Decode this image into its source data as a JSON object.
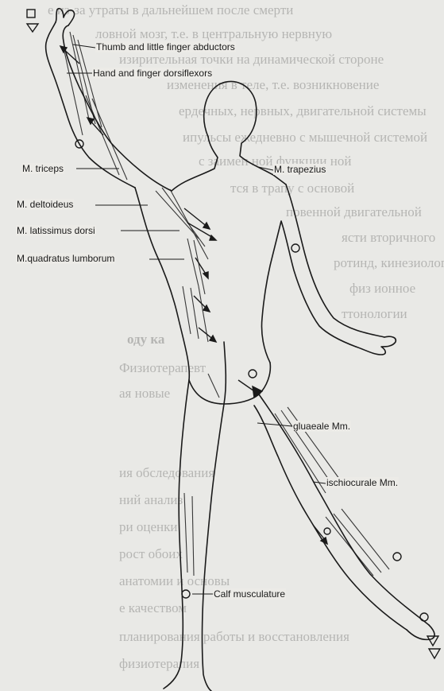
{
  "labels": {
    "thumb": "Thumb and little finger abductors",
    "hand": "Hand and finger dorsiflexors",
    "triceps": "M. triceps",
    "trapezius": "M. trapezius",
    "deltoideus": "M. deltoideus",
    "latissimus": "M. latissimus dorsi",
    "quadratus": "M.quadratus lumborum",
    "gluteal": "gluaeale Mm.",
    "ischio": "ischiocurale Mm.",
    "calf": "Calf musculature"
  },
  "background_text": [
    "е из-за утраты в дальнейшем после смерти",
    "ловной мозг, т.е. в центральную нервную",
    "изирительная точки на динамической стороне",
    "изменения в теле, т.е. возникновение",
    "ердечных, нервных, двигательной системы",
    "ипульсы ежедневно с мышечной системой",
    "с заимен ной функции ной",
    "тся в трапу с основой",
    "повенной двигательной",
    "ясти вторичного",
    "ротинд, кинезиологии",
    "физ ионное",
    "ттонологии",
    "оду ка",
    "Физиотерапевт",
    "ая новые ",
    "ия обследования",
    "ний анализ",
    "ри оценки",
    "рост обоих",
    "анатомии и основы",
    "е качеством",
    "планирования работы и восстановления",
    "физиотерапия"
  ],
  "colors": {
    "ink": "#1a1a1a",
    "paper": "#e9e9e6",
    "bleed": "#8a8a88"
  }
}
